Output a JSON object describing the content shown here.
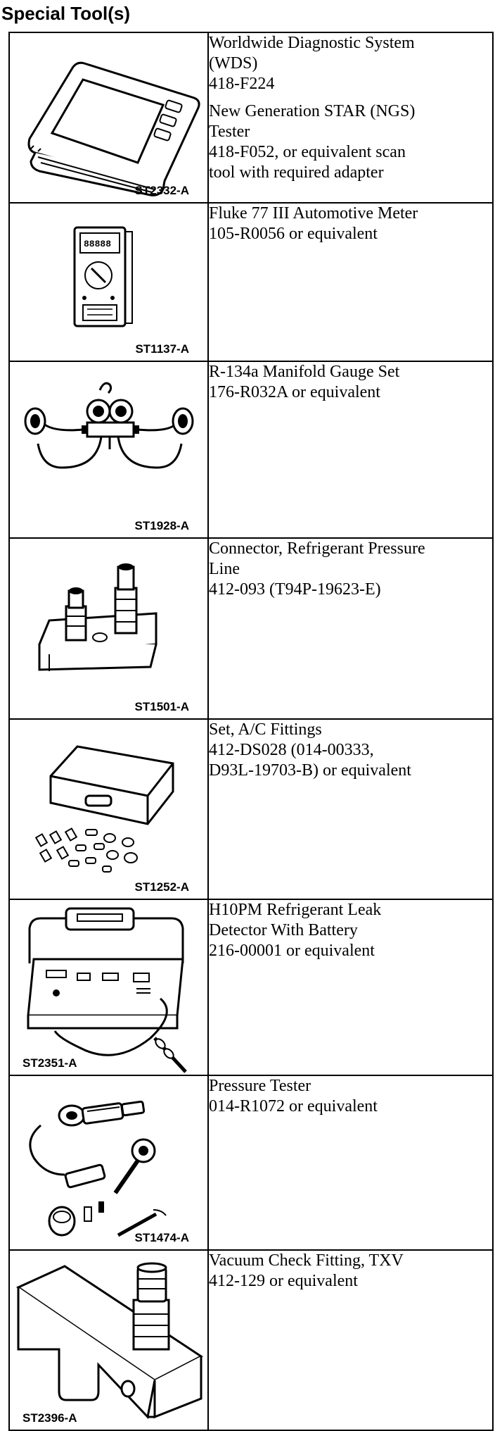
{
  "page": {
    "title": "Special Tool(s)"
  },
  "tools": [
    {
      "code": "ST2332-A",
      "icon": "scan-tool-icon",
      "paragraphs": [
        [
          "Worldwide Diagnostic System",
          "(WDS)",
          "418-F224"
        ],
        [
          "New Generation STAR (NGS)",
          "Tester",
          "418-F052, or equivalent scan",
          "tool with required adapter"
        ]
      ]
    },
    {
      "code": "ST1137-A",
      "icon": "multimeter-icon",
      "paragraphs": [
        [
          "Fluke 77 III Automotive Meter",
          "105-R0056 or equivalent"
        ]
      ]
    },
    {
      "code": "ST1928-A",
      "icon": "manifold-gauge-icon",
      "paragraphs": [
        [
          "R-134a Manifold Gauge Set",
          "176-R032A or equivalent"
        ]
      ]
    },
    {
      "code": "ST1501-A",
      "icon": "pressure-connector-icon",
      "paragraphs": [
        [
          "Connector, Refrigerant Pressure",
          "Line",
          "412-093 (T94P-19623-E)"
        ]
      ]
    },
    {
      "code": "ST1252-A",
      "icon": "fittings-case-icon",
      "paragraphs": [
        [
          "Set, A/C Fittings",
          "412-DS028 (014-00333,",
          "D93L-19703-B) or equivalent"
        ]
      ]
    },
    {
      "code": "ST2351-A",
      "icon": "leak-detector-icon",
      "paragraphs": [
        [
          "H10PM Refrigerant Leak",
          "Detector With Battery",
          "216-00001 or equivalent"
        ]
      ]
    },
    {
      "code": "ST1474-A",
      "icon": "pressure-tester-icon",
      "paragraphs": [
        [
          "Pressure Tester",
          "014-R1072 or equivalent"
        ]
      ]
    },
    {
      "code": "ST2396-A",
      "icon": "vacuum-fitting-icon",
      "paragraphs": [
        [
          "Vacuum Check Fitting, TXV",
          "412-129 or equivalent"
        ]
      ]
    }
  ]
}
